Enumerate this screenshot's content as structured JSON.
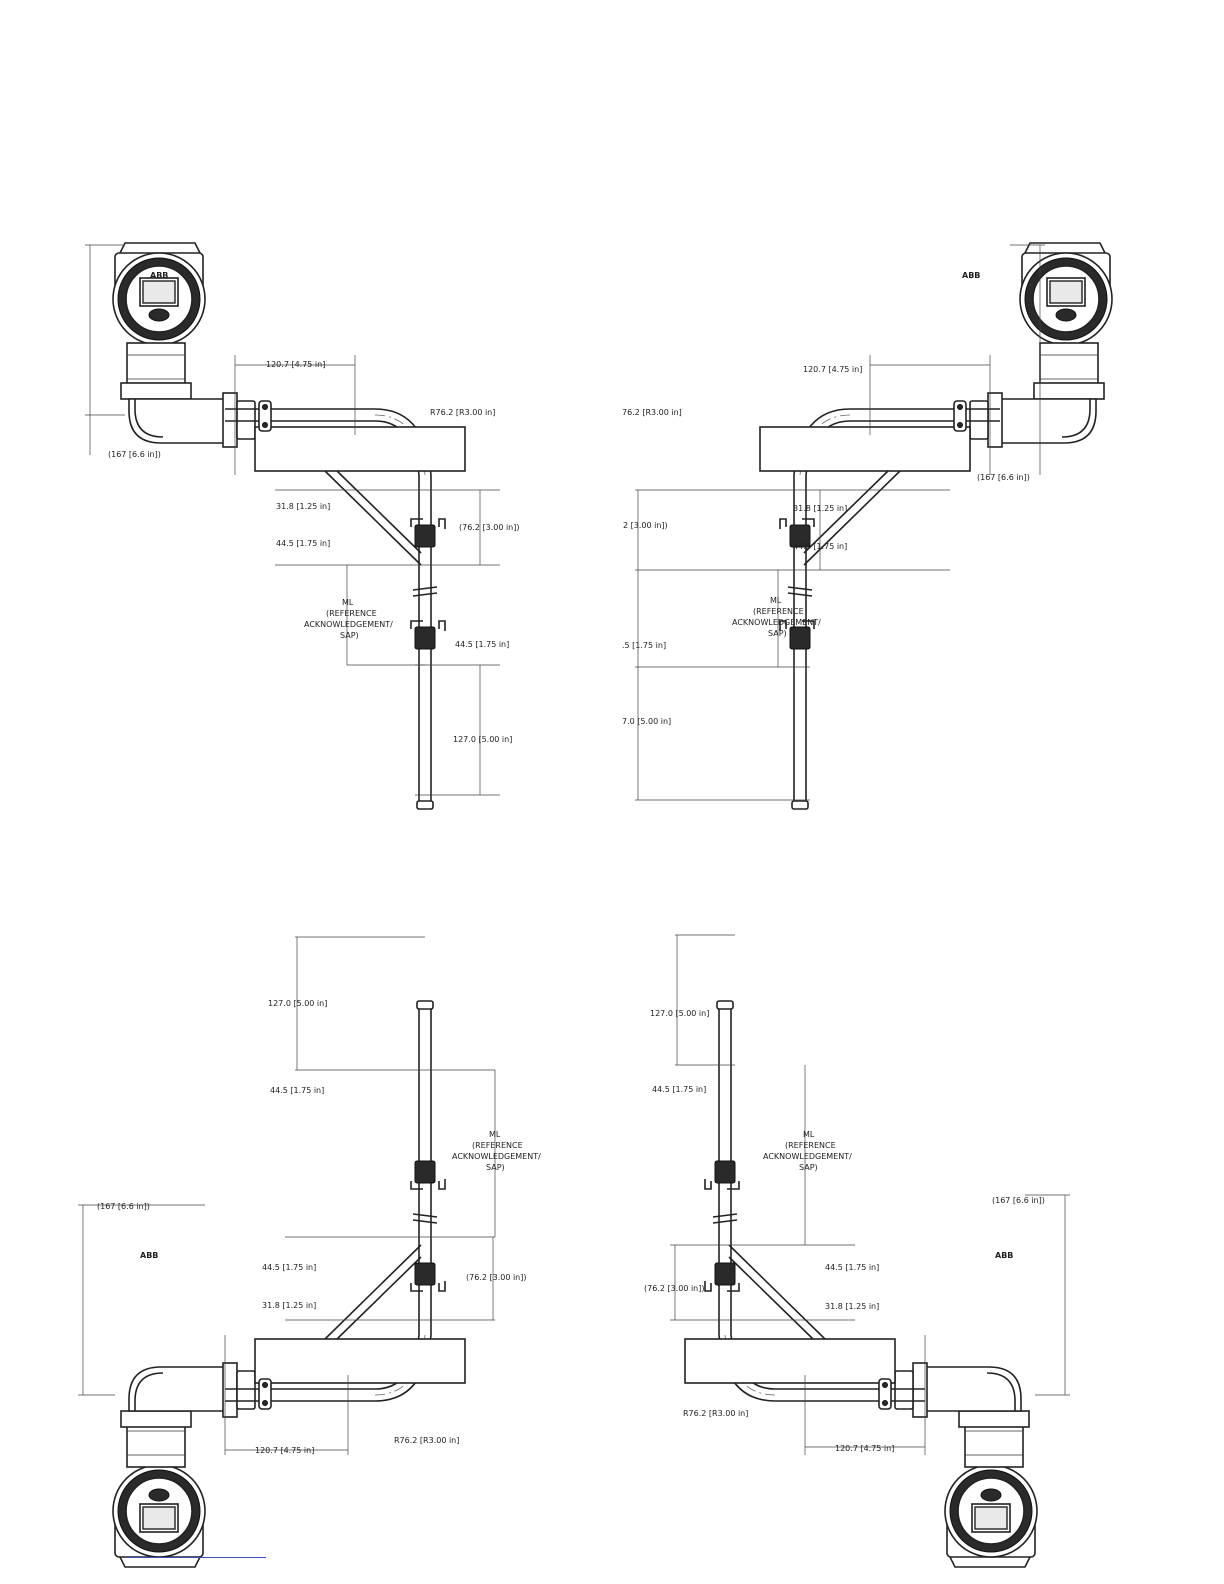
{
  "brand_logo": "ABB",
  "labels": {
    "width_167": "(167 [6.6 in])",
    "offset_120": "120.7 [4.75 in]",
    "radius": "R76.2 [R3.00 in]",
    "radius_cut": "76.2 [R3.00 in]",
    "d31": "31.8 [1.25 in]",
    "d44": "44.5 [1.75 in]",
    "d76": "(76.2 [3.00 in])",
    "d76_cut": "2 [3.00 in])",
    "d44_cut": ".5 [1.75 in]",
    "d127": "127.0 [5.00 in]",
    "d127_cut": "7.0 [5.00 in]",
    "ml": "ML",
    "ml_ref1": "(REFERENCE",
    "ml_ref2": "ACKNOWLEDGEMENT/",
    "ml_ref3": "SAP)"
  },
  "colors": {
    "line": "#222222",
    "link": "#3a4fc4"
  }
}
